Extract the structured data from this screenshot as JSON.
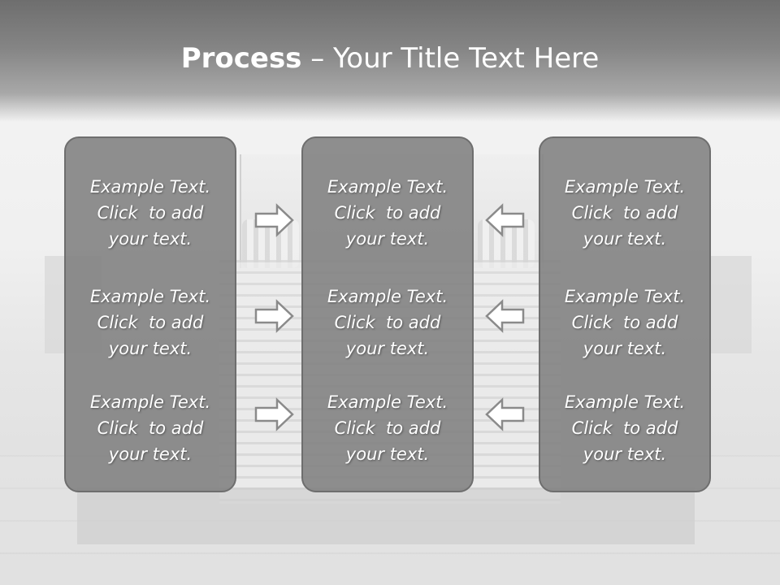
{
  "title": {
    "bold": "Process",
    "rest": " – Your Title Text Here"
  },
  "columns": [
    {
      "items": [
        {
          "line1": "Example Text.",
          "line2": "Click  to add",
          "line3": "your text."
        },
        {
          "line1": "Example Text.",
          "line2": "Click  to add",
          "line3": "your text."
        },
        {
          "line1": "Example Text.",
          "line2": "Click  to add",
          "line3": "your text."
        }
      ]
    },
    {
      "items": [
        {
          "line1": "Example Text.",
          "line2": "Click  to add",
          "line3": "your text."
        },
        {
          "line1": "Example Text.",
          "line2": "Click  to add",
          "line3": "your text."
        },
        {
          "line1": "Example Text.",
          "line2": "Click  to add",
          "line3": "your text."
        }
      ]
    },
    {
      "items": [
        {
          "line1": "Example Text.",
          "line2": "Click  to add",
          "line3": "your text."
        },
        {
          "line1": "Example Text.",
          "line2": "Click  to add",
          "line3": "your text."
        },
        {
          "line1": "Example Text.",
          "line2": "Click  to add",
          "line3": "your text."
        }
      ]
    }
  ],
  "arrows": {
    "left": [
      "arrow-right-icon",
      "arrow-right-icon",
      "arrow-right-icon"
    ],
    "right": [
      "arrow-left-icon",
      "arrow-left-icon",
      "arrow-left-icon"
    ]
  },
  "colors": {
    "title_bar": "#7a7a7a",
    "panel_fill": "#808080",
    "panel_border": "#6e6e6e",
    "text": "#ffffff"
  }
}
